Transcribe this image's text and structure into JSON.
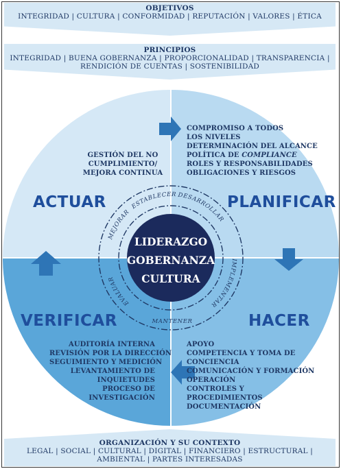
{
  "objetivos": {
    "title": "OBJETIVOS",
    "line": "INTEGRIDAD | CULTURA | CONFORMIDAD | REPUTACIÓN | VALORES | ÉTICA"
  },
  "principios": {
    "title": "PRINCIPIOS",
    "line1": "INTEGRIDAD | BUENA GOBERNANZA | PROPORCIONALIDAD | TRANSPARENCIA |",
    "line2": "RENDICIÓN DE CUENTAS | SOSTENIBILIDAD"
  },
  "contexto": {
    "title": "ORGANIZACIÓN Y SU CONTEXTO",
    "line1": "LEGAL | SOCIAL | CULTURAL | DIGITAL | FINANCIERO | ESTRUCTURAL |",
    "line2": "AMBIENTAL | PARTES INTERESADAS"
  },
  "phases": {
    "actuar": "ACTUAR",
    "planificar": "PLANIFICAR",
    "verificar": "VERIFICAR",
    "hacer": "HACER"
  },
  "center": {
    "line1": "LIDERAZGO",
    "line2": "GOBERNANZA",
    "line3": "CULTURA"
  },
  "ring_labels": {
    "establecer": "ESTABLECER",
    "desarrollar": "DESARROLLAR",
    "implementar": "IMPLEMENTAR",
    "mantener": "MANTENER",
    "evaluar": "EVALUAR",
    "mejorar": "MEJORAR"
  },
  "actuar_items": [
    "GESTIÓN DEL NO",
    "CUMPLIMIENTO/",
    "MEJORA CONTINUA"
  ],
  "planificar_items": {
    "l1": "COMPROMISO A TODOS",
    "l2": "LOS NIVELES",
    "l3": "DETERMINACIÓN DEL ALCANCE",
    "l4a": "POLÍTICA DE ",
    "l4b": "COMPLIANCE",
    "l5": "ROLES Y RESPONSABILIDADES",
    "l6": "OBLIGACIONES Y RIESGOS"
  },
  "verificar_items": [
    "AUDITORÍA INTERNA",
    "REVISIÓN POR LA DIRECCIÓN",
    "SEGUIMIENTO Y MEDICIÓN",
    "LEVANTAMIENTO DE",
    "INQUIETUDES",
    "PROCESO DE",
    "INVESTIGACIÓN"
  ],
  "hacer_items": [
    "APOYO",
    "COMPETENCIA Y TOMA DE",
    "CONCIENCIA",
    "COMUNICACIÓN Y FORMACIÓN",
    "OPERACIÓN",
    "CONTROLES Y",
    "PROCEDIMIENTOS",
    "DOCUMENTACIÓN"
  ],
  "colors": {
    "navy": "#1f3864",
    "center_fill": "#1b2a5c",
    "arrow": "#2e75b6",
    "q_actuar": "#d5e8f6",
    "q_planificar": "#b9daf1",
    "q_hacer": "#85bfe6",
    "q_verificar": "#5aa6d9"
  }
}
